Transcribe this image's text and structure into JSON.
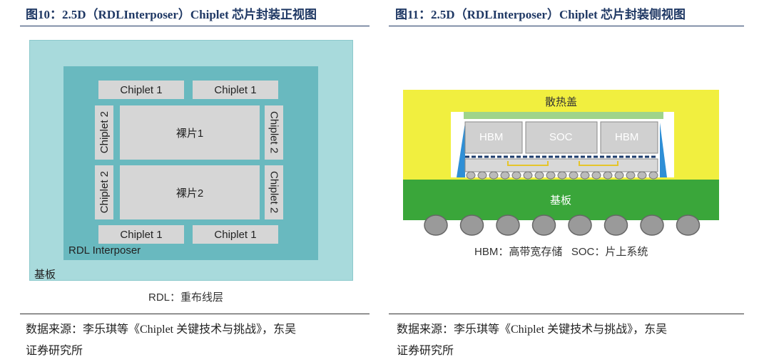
{
  "left_figure": {
    "title": "图10：2.5D（RDLInterposer）Chiplet 芯片封装正视图",
    "chiplet_top_1": "Chiplet 1",
    "chiplet_top_2": "Chiplet 1",
    "chiplet_bottom_1": "Chiplet 1",
    "chiplet_bottom_2": "Chiplet 1",
    "chiplet_left_1": "Chiplet 2",
    "chiplet_left_2": "Chiplet 2",
    "chiplet_right_1": "Chiplet 2",
    "chiplet_right_2": "Chiplet 2",
    "die_1": "裸片1",
    "die_2": "裸片2",
    "interposer_label": "RDL Interposer",
    "substrate_label": "基板",
    "caption": "RDL：重布线层",
    "source_line1": "数据来源：李乐琪等《Chiplet 关键技术与挑战》，东吴",
    "source_line2": "证券研究所"
  },
  "right_figure": {
    "title": "图11：2.5D（RDLInterposer）Chiplet 芯片封装侧视图",
    "heat_lid_label": "散热盖",
    "hbm_left": "HBM",
    "soc": "SOC",
    "hbm_right": "HBM",
    "substrate_label": "基板",
    "caption": "HBM：高带宽存储   SOC：片上系统",
    "source_line1": "数据来源：李乐琪等《Chiplet 关键技术与挑战》，东吴",
    "source_line2": "证券研究所",
    "solder_ball_count": 8
  },
  "colors": {
    "title": "#1f3864",
    "substrate_light": "#a8dadc",
    "interposer": "#69b9bf",
    "chip": "#d6d6d6",
    "lid_yellow": "#f1ef3f",
    "board_green": "#3aa63a",
    "underfill_blue": "#2f8fd6",
    "ball_gray": "#9a9a9a"
  }
}
